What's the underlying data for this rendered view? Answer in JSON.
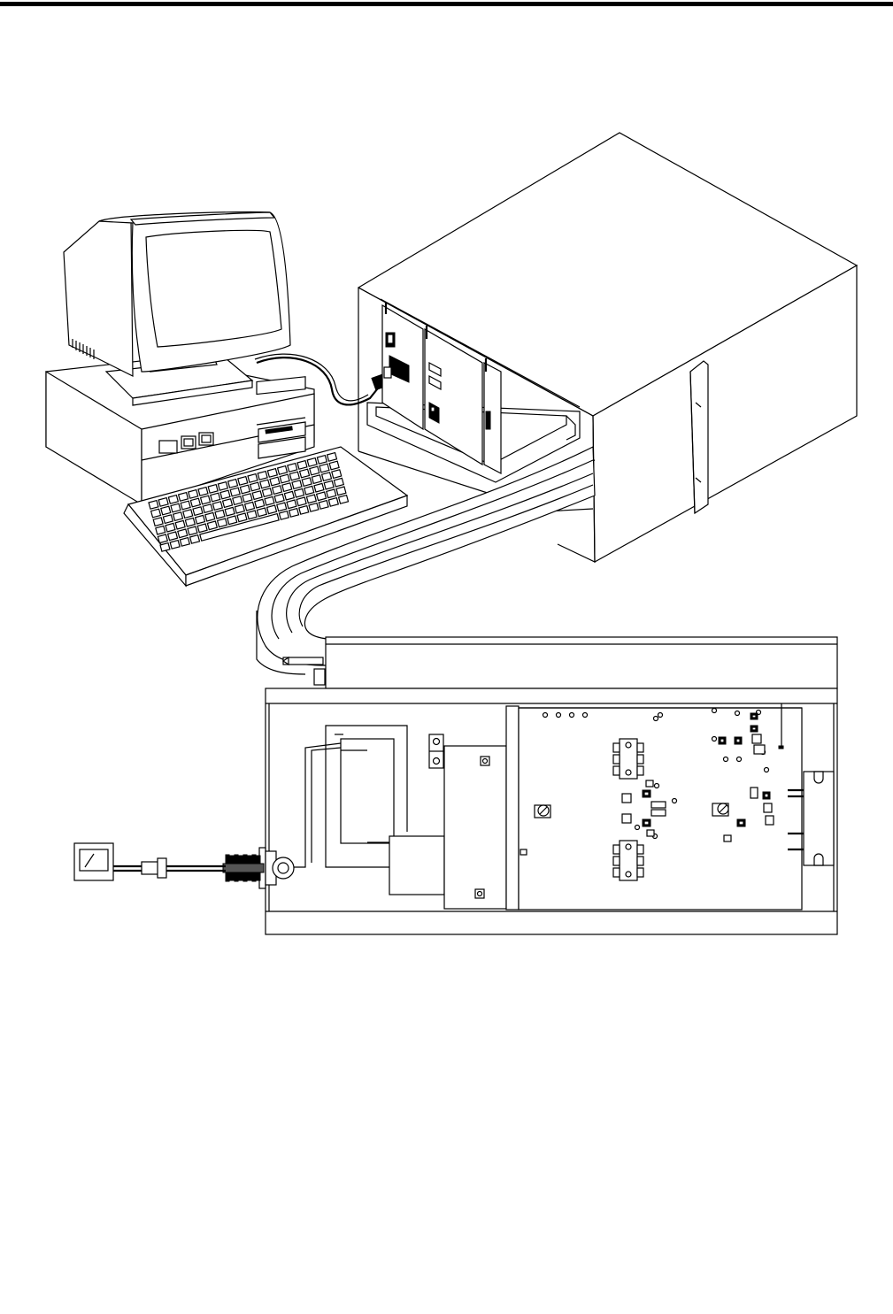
{
  "figure": {
    "computer": [
      "monitor",
      "system-unit",
      "keyboard",
      "interface-cable"
    ],
    "rack": [
      "card-cage",
      "plug-in-cards",
      "front-handle",
      "ribbon-cable"
    ],
    "module": [
      "chassis",
      "circuit-board",
      "transformer",
      "edge-connector",
      "bnc-connector",
      "meter"
    ]
  }
}
